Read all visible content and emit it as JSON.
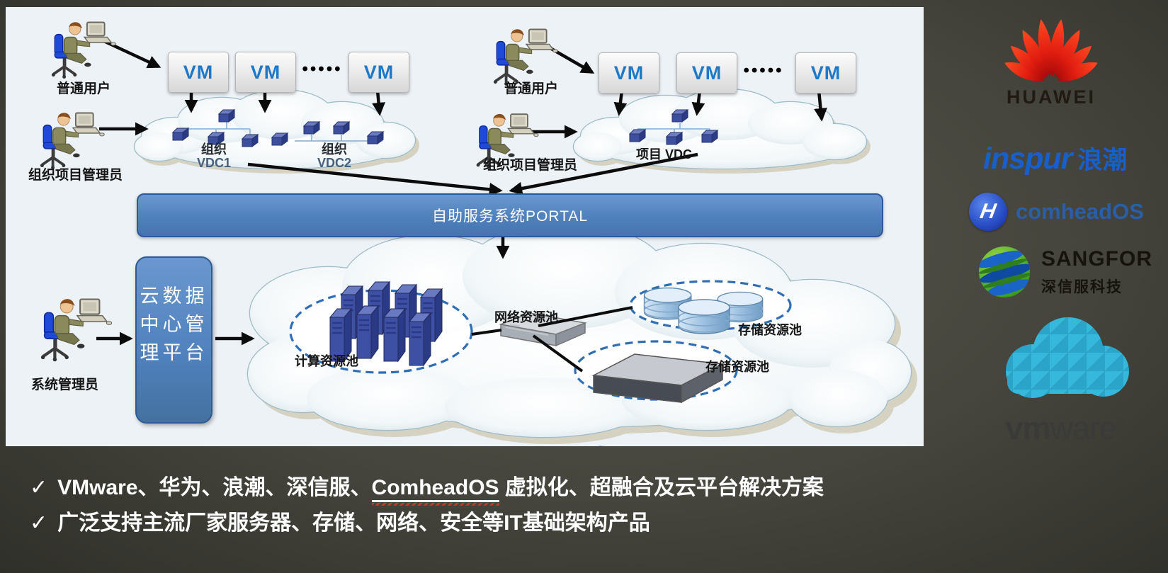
{
  "slide": {
    "bullets": [
      {
        "check": "✓",
        "pre": "VMware、华为、浪潮、深信服、",
        "highlight": "ComheadOS",
        "post": " 虚拟化、超融合及云平台解决方案"
      },
      {
        "check": "✓",
        "text": "广泛支持主流厂家服务器、存储、网络、安全等IT基础架构产品"
      }
    ]
  },
  "diagram": {
    "vm_label": "VM",
    "dots": "•••••",
    "actors": {
      "ordinary_user": "普通用户",
      "org_project_admin": "组织项目管理员",
      "system_admin": "系统管理员"
    },
    "vdc1": {
      "line1": "组织",
      "line2": "VDC1"
    },
    "vdc2": {
      "line1": "组织",
      "line2": "VDC2"
    },
    "project_vdc": "项目 VDC",
    "portal": "自助服务系统PORTAL",
    "mgmt": {
      "line1": "云数据",
      "line2": "中心管",
      "line3": "理平台"
    },
    "pools": {
      "compute": "计算资源池",
      "network": "网络资源池",
      "storage_disk": "存储资源池",
      "storage_rack": "存储资源池"
    }
  },
  "logos": {
    "huawei": {
      "text": "HUAWEI"
    },
    "inspur": {
      "text": "inspur",
      "cn": "浪潮"
    },
    "comheados": {
      "icon_letter": "H",
      "text": "comheadOS"
    },
    "sangfor": {
      "text": "SANGFOR",
      "cn": "深信服科技"
    },
    "vmware": {
      "bold": "vm",
      "rest": "ware",
      "reg": "®"
    }
  },
  "colors": {
    "portal_blue": "#4f81bd",
    "panel_bg": "#edf2f7",
    "huawei_red": "#d81e10",
    "inspur_blue": "#1760cc",
    "comhead_blue": "#2a5fa8",
    "sangfor_text": "#16120c",
    "vmware_text": "#3a3a38",
    "pool_dash_blue": "#2f6db5"
  }
}
